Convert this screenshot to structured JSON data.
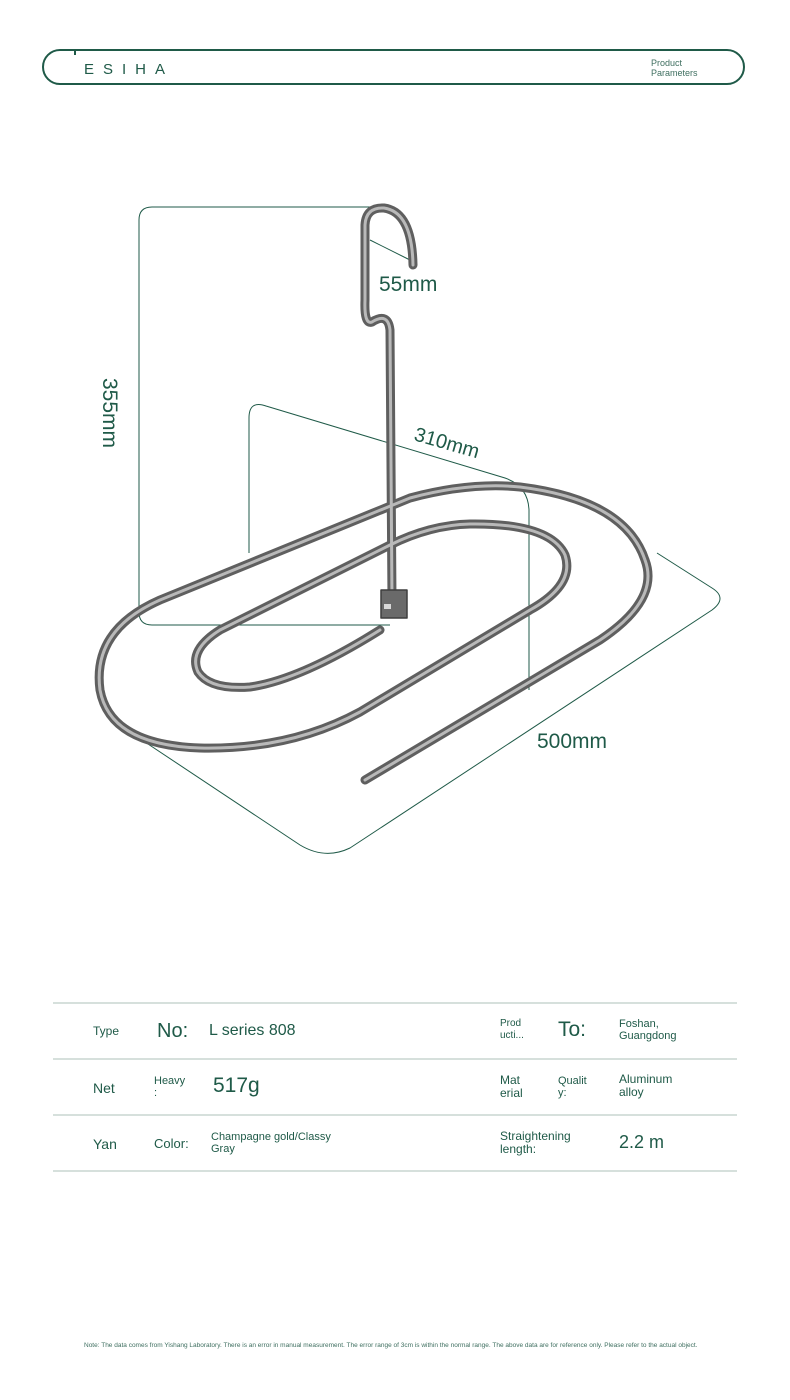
{
  "header": {
    "brand": "ESIHA",
    "subtitle_line1": "Product",
    "subtitle_line2": "Parameters"
  },
  "dimensions": {
    "hook": "55mm",
    "height": "355mm",
    "depth": "310mm",
    "length": "500mm"
  },
  "specs": {
    "row1": {
      "label_a": "Type",
      "label_b": "No:",
      "value": "L series 808",
      "label_c": "Prod\nucti...",
      "label_d": "To:",
      "value2": "Foshan,\nGuangdong"
    },
    "row2": {
      "label_a": "Net",
      "label_b": "Heavy\n:",
      "value": "517g",
      "label_c": "Mat\nerial",
      "label_d": "Qualit\ny:",
      "value2": "Aluminum\nalloy"
    },
    "row3": {
      "label_a": "Yan",
      "label_b": "Color:",
      "value": "Champagne gold/Classy\nGray",
      "label_c": "Straightening\nlength:",
      "value2": "2.2 m"
    }
  },
  "note": "Note: The data comes from Yishang Laboratory. There is an error in manual measurement. The error range of 3cm is within the normal range. The above data are for reference only. Please refer to the actual object.",
  "colors": {
    "accent": "#1f5a48",
    "metal": "#6f6f6f",
    "divider": "#d6e0dc"
  }
}
